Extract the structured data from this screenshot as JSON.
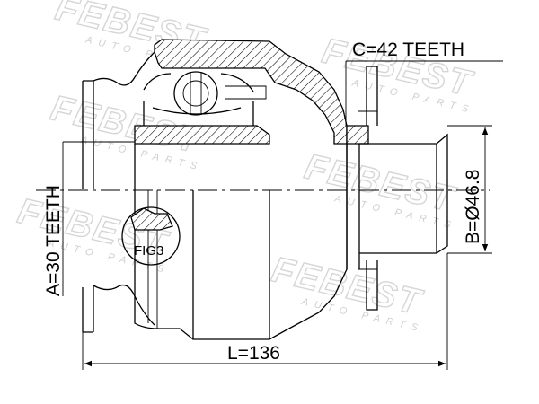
{
  "watermark": {
    "brand": "FEBEST",
    "subtitle": "AUTO PARTS"
  },
  "dimensions": {
    "length_label": "L=136",
    "outer_spline_label": "C=42 TEETH",
    "diameter_label": "B=Ø46.8",
    "inner_spline_label": "A=30 TEETH",
    "figure_label": "FIG3"
  }
}
